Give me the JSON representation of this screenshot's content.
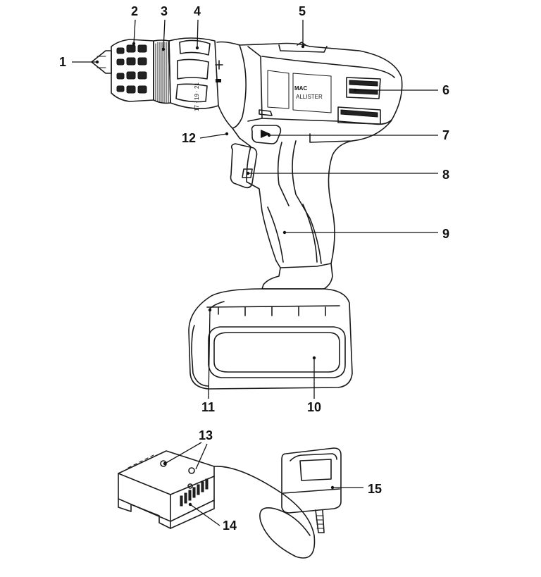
{
  "brand_logo": {
    "line1": "MAC",
    "line2": "ALLISTER"
  },
  "speed_markings": "17 · 19 · 21",
  "callouts": [
    {
      "id": "1",
      "label": "1"
    },
    {
      "id": "2",
      "label": "2"
    },
    {
      "id": "3",
      "label": "3"
    },
    {
      "id": "4",
      "label": "4"
    },
    {
      "id": "5",
      "label": "5"
    },
    {
      "id": "6",
      "label": "6"
    },
    {
      "id": "7",
      "label": "7"
    },
    {
      "id": "8",
      "label": "8"
    },
    {
      "id": "9",
      "label": "9"
    },
    {
      "id": "10",
      "label": "10"
    },
    {
      "id": "11",
      "label": "11"
    },
    {
      "id": "12",
      "label": "12"
    },
    {
      "id": "13",
      "label": "13"
    },
    {
      "id": "14",
      "label": "14"
    },
    {
      "id": "15",
      "label": "15"
    }
  ]
}
